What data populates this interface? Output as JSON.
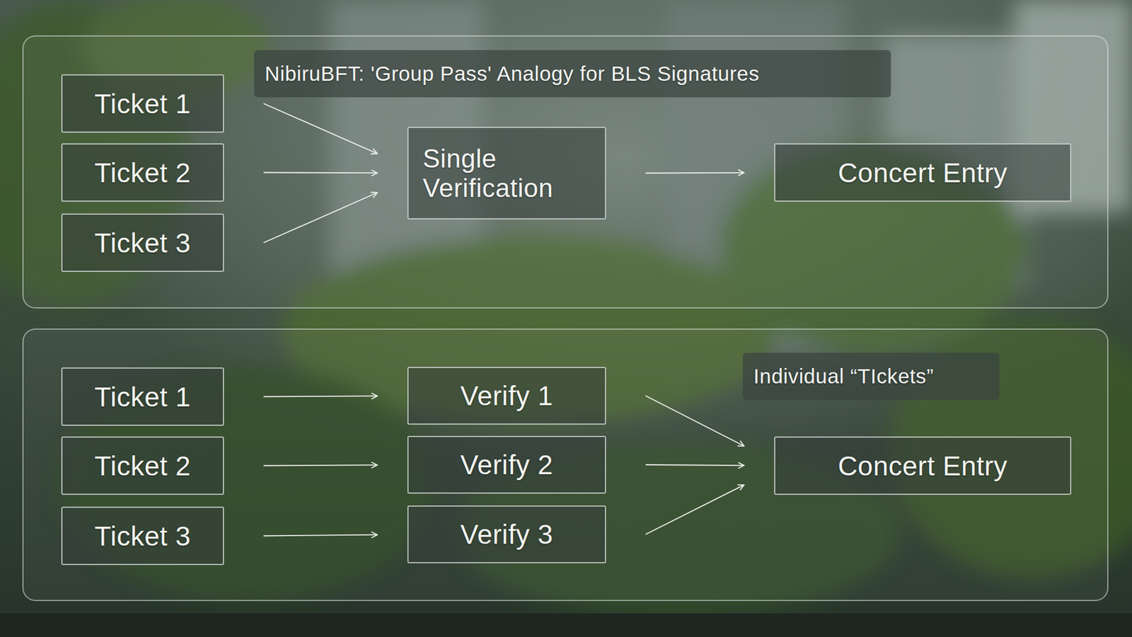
{
  "diagram": {
    "nodes": [
      {
        "text": [
          "NibiruBFT: 'Group Pass' Analogy for BLS Signatures"
        ]
      },
      {
        "text": [
          "Ticket 1"
        ],
        "in": 0
      },
      {
        "text": [
          "Ticket 2"
        ],
        "in": 0
      },
      {
        "text": [
          "Ticket 3"
        ],
        "in": 0
      },
      {
        "text": [
          "Single Verification"
        ],
        "in": 0
      },
      {
        "text": [
          "Concert Entry"
        ],
        "in": 0
      },
      {
        "text": [
          "Individual “TIckets”"
        ]
      },
      {
        "text": [
          "Ticket 1"
        ],
        "in": 6
      },
      {
        "text": [
          "Ticket 2"
        ],
        "in": 6
      },
      {
        "text": [
          "Ticket 3"
        ],
        "in": 6
      },
      {
        "text": [
          "Verify 1"
        ],
        "in": 6
      },
      {
        "text": [
          "Verify 2"
        ],
        "in": 6
      },
      {
        "text": [
          "Verify 3"
        ],
        "in": 6
      },
      {
        "text": [
          "Concert Entry"
        ],
        "in": 6
      }
    ],
    "edges": [
      {
        "from": 1,
        "to": 4,
        "arrow": "to"
      },
      {
        "from": 2,
        "to": 4,
        "arrow": "to"
      },
      {
        "from": 3,
        "to": 4,
        "arrow": "to"
      },
      {
        "from": 4,
        "to": 5,
        "arrow": "to"
      },
      {
        "from": 7,
        "to": 10,
        "arrow": "to"
      },
      {
        "from": 8,
        "to": 11,
        "arrow": "to"
      },
      {
        "from": 9,
        "to": 12,
        "arrow": "to"
      },
      {
        "from": 10,
        "to": 13,
        "arrow": "to"
      },
      {
        "from": 11,
        "to": 13,
        "arrow": "to"
      },
      {
        "from": 12,
        "to": 13,
        "arrow": "to"
      }
    ]
  }
}
